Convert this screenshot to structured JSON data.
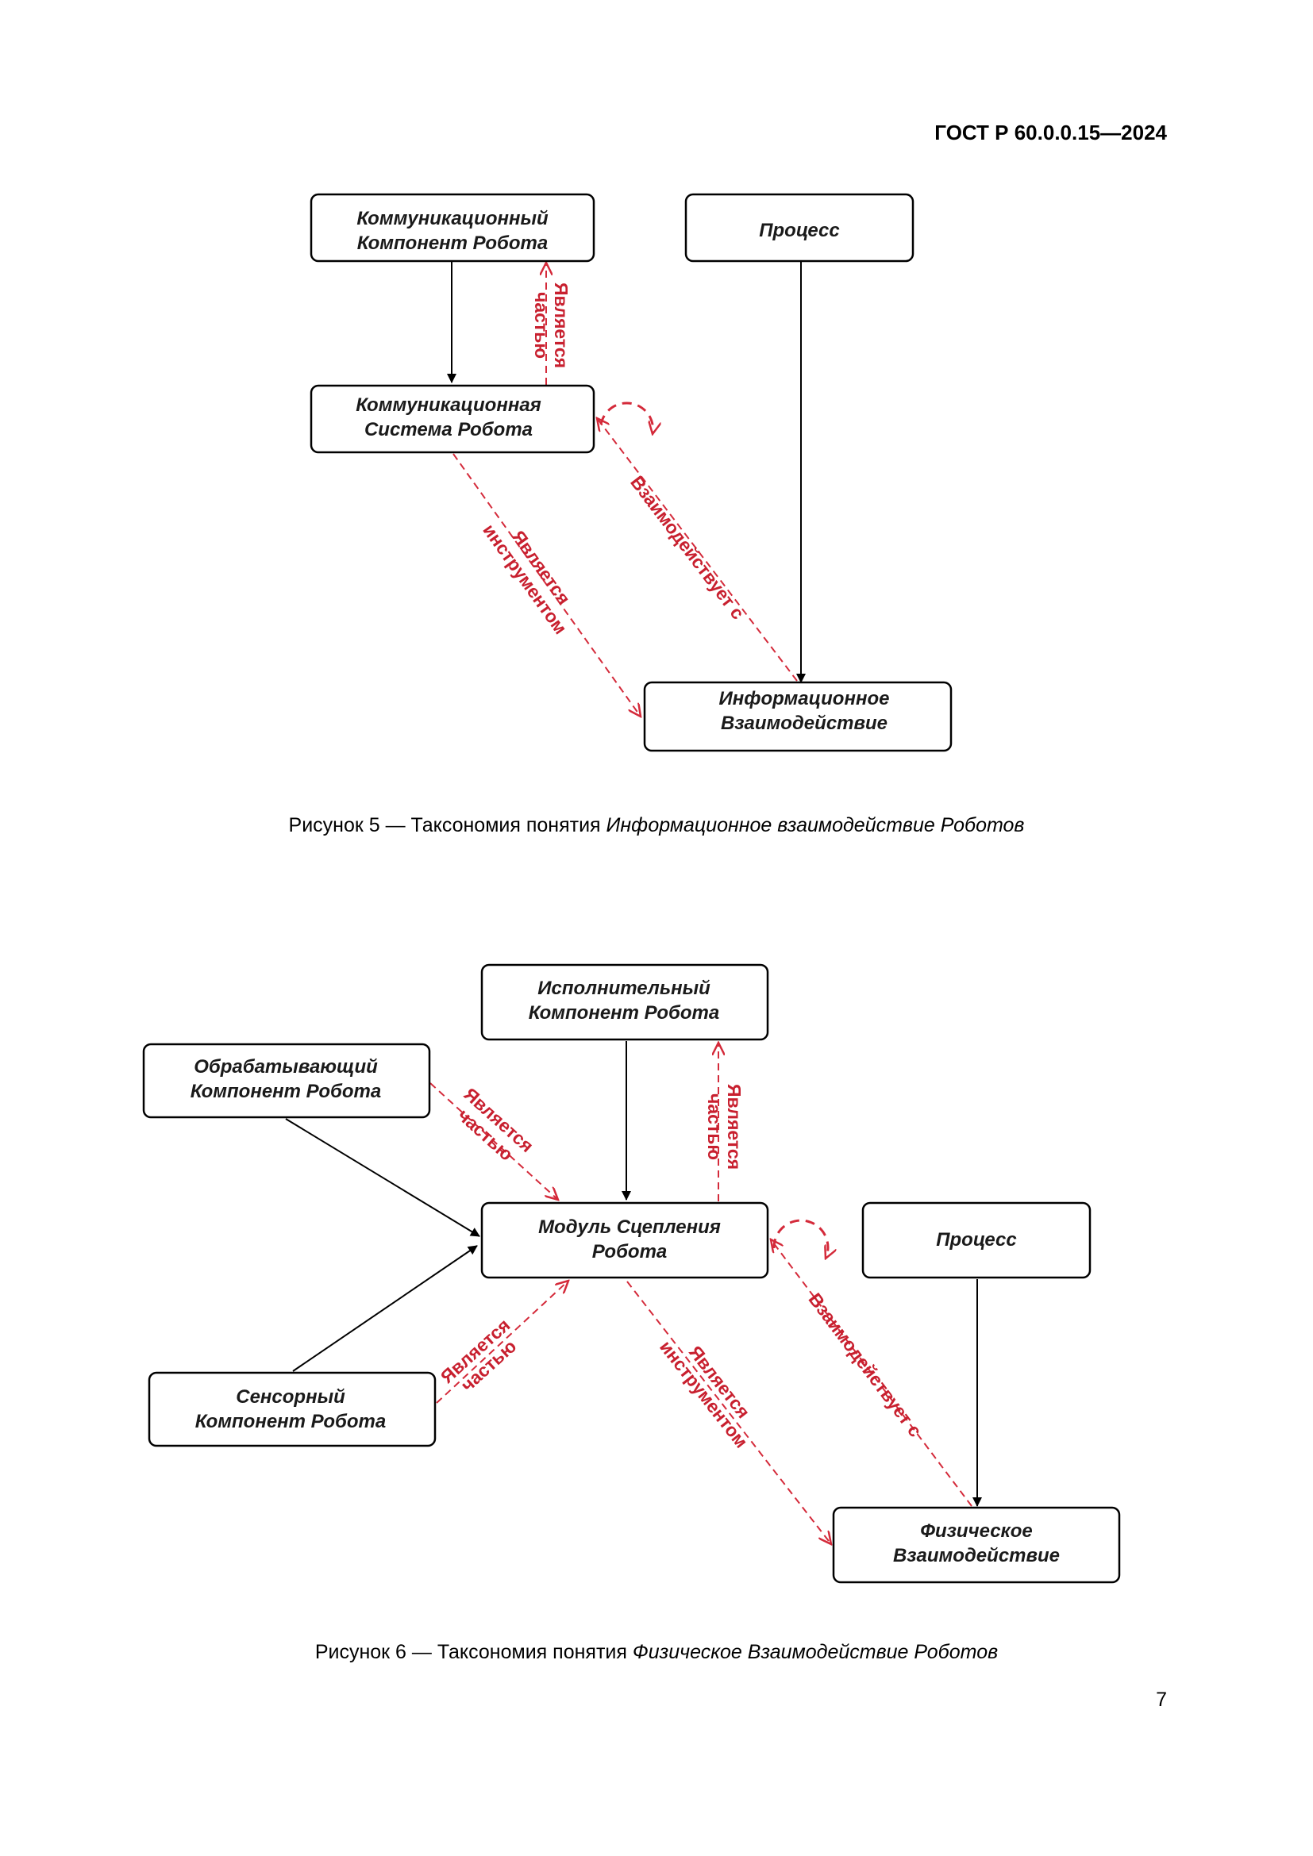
{
  "header": {
    "doc_number": "ГОСТ Р 60.0.0.15—2024"
  },
  "page_number": "7",
  "colors": {
    "relation": "#d42a3a",
    "relation_text": "#c8202f",
    "node_border": "#000000"
  },
  "figure5": {
    "nodes": {
      "comm_component": [
        "Коммуникационный",
        "Компонент Робота"
      ],
      "process": [
        "Процесс"
      ],
      "comm_system": [
        "Коммуникационная",
        "Система Робота"
      ],
      "info_interaction": [
        "Информационное",
        "Взаимодействие"
      ]
    },
    "relations": {
      "part_of": [
        "Является",
        "частью"
      ],
      "instrument": [
        "Является",
        "инструментом"
      ],
      "interacts": [
        "Взаимодействует с"
      ]
    },
    "caption": {
      "prefix": "Рисунок 5 — Таксономия понятия ",
      "term": "Информационное взаимодействие Роботов"
    }
  },
  "figure6": {
    "nodes": {
      "actuator_component": [
        "Исполнительный",
        "Компонент Робота"
      ],
      "processing_component": [
        "Обрабатывающий",
        "Компонент Робота"
      ],
      "coupling_module": [
        "Модуль Сцепления",
        "Робота"
      ],
      "process": [
        "Процесс"
      ],
      "sensor_component": [
        "Сенсорный",
        "Компонент Робота"
      ],
      "physical_interaction": [
        "Физическое",
        "Взаимодействие"
      ]
    },
    "relations": {
      "part_of_processing": [
        "Является",
        "частью"
      ],
      "part_of_actuator": [
        "Является",
        "частью"
      ],
      "part_of_sensor": [
        "Является",
        "частью"
      ],
      "instrument": [
        "Является",
        "инструментом"
      ],
      "interacts": [
        "Взаимодействует с"
      ]
    },
    "caption": {
      "prefix": "Рисунок 6 — Таксономия понятия ",
      "term": "Физическое Взаимодействие Роботов"
    }
  }
}
